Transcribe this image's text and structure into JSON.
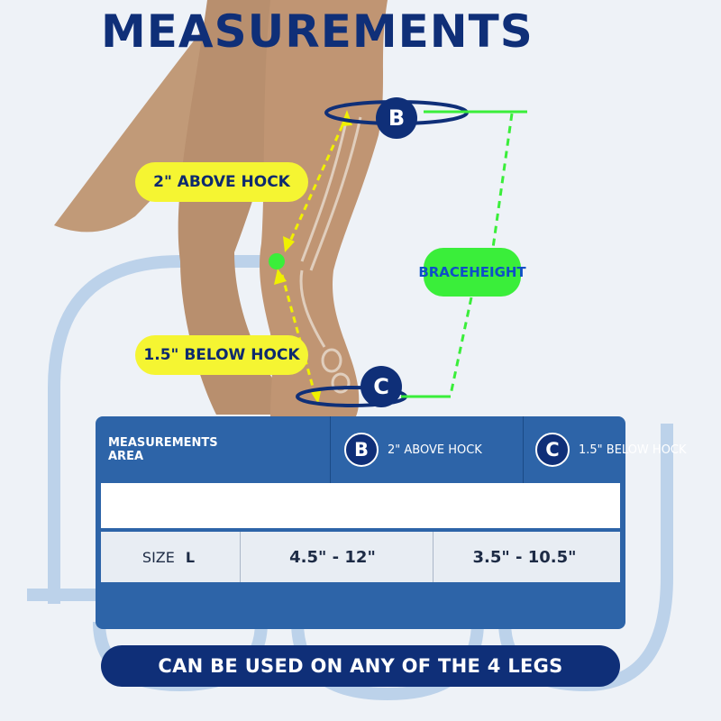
{
  "header": {
    "title": "MEASUREMENTS"
  },
  "diagram": {
    "above_hock_label": "2\" ABOVE HOCK",
    "below_hock_label": "1.5\" BELOW HOCK",
    "brace_height_label_line1": "BRACE",
    "brace_height_label_line2": "HEIGHT",
    "badge_b": "B",
    "badge_c": "C"
  },
  "table": {
    "header": {
      "area_line1": "MEASUREMENTS",
      "area_line2": "AREA",
      "b_badge": "B",
      "b_text": "2\" ABOVE HOCK",
      "c_badge": "C",
      "c_text": "1.5\" BELOW HOCK"
    },
    "rows": [
      {
        "size_label": "SIZE",
        "size_value": "L",
        "b_value": "4.5\" - 12\"",
        "c_value": "3.5\" - 10.5\""
      }
    ]
  },
  "footer": {
    "text": "CAN BE USED ON ANY OF THE 4 LEGS"
  },
  "colors": {
    "navy": "#0f2f78",
    "table_blue": "#2d64a8",
    "yellow": "#f5f532",
    "green": "#3aee3a",
    "fur": "#b88f6e"
  }
}
